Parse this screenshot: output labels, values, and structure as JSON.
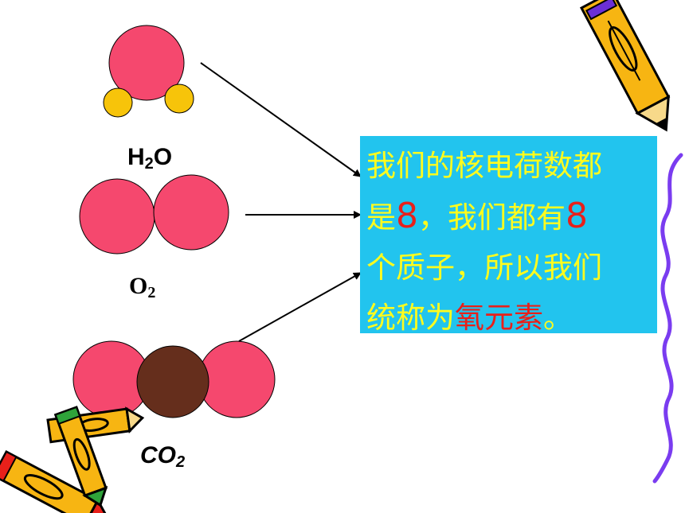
{
  "molecules": {
    "h2o": {
      "name": "H",
      "sub": "2",
      "tail": "O"
    },
    "o2": {
      "name": "O",
      "sub": "2"
    },
    "co2": {
      "name": "CO",
      "sub": "2"
    }
  },
  "textbox": {
    "line1": "我们的核电荷数都",
    "line2_a": "是",
    "line2_num": "8",
    "line2_b": "，我们都有",
    "line2_num2": "8",
    "line3": "个质子，所以我们",
    "line4_a": "统称为",
    "line4_hl": "氧元素",
    "line4_end": "。"
  },
  "colors": {
    "oxygen_atom": "#f5486e",
    "hydrogen_atom": "#f7c40a",
    "carbon_atom": "#652e1c",
    "textbox_bg": "#22c4ee",
    "text": "#fffb1e",
    "highlight": "#e8201a",
    "wavy_line": "#7a3cf0"
  },
  "icons": [
    "pencil-icon",
    "crayon-bundle-icon",
    "arrow-icon"
  ]
}
